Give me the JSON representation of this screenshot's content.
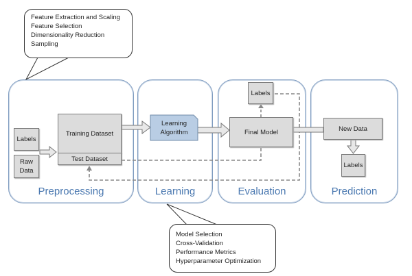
{
  "callouts": {
    "preprocessing": {
      "lines": [
        "Feature Extraction and Scaling",
        "Feature Selection",
        "Dimensionality Reduction",
        "Sampling"
      ]
    },
    "learning": {
      "lines": [
        "Model Selection",
        "Cross-Validation",
        "Performance Metrics",
        "Hyperparameter Optimization"
      ]
    }
  },
  "panels": {
    "preprocessing": "Preprocessing",
    "learning": "Learning",
    "evaluation": "Evaluation",
    "prediction": "Prediction"
  },
  "boxes": {
    "labels_input": "Labels",
    "raw_data": "Raw Data",
    "training_dataset": "Training Dataset",
    "test_dataset": "Test Dataset",
    "learning_algorithm": "Learning Algorithm",
    "eval_labels": "Labels",
    "final_model": "Final Model",
    "new_data": "New Data",
    "pred_labels": "Labels"
  },
  "colors": {
    "panel_border": "#7f9cc0",
    "panel_title": "#4a78b0",
    "box_fill": "#dcdcdc",
    "algorithm_fill": "#b9cde4"
  }
}
